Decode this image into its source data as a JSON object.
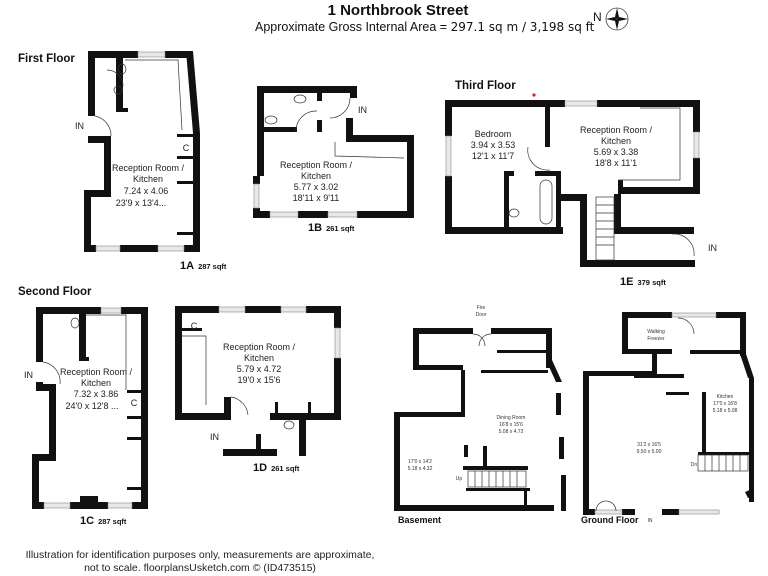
{
  "header": {
    "title": "1 Northbrook Street",
    "area_label": "Approximate Gross Internal Area = ",
    "area_value": "297.1 sq m / 3,198 sq ft",
    "compass_label": "N",
    "compass_icon": "compass-rose-icon"
  },
  "floors": {
    "first": "First Floor",
    "second": "Second Floor",
    "third": "Third Floor",
    "basement": "Basement",
    "ground": "Ground Floor"
  },
  "units": [
    {
      "id": "1A",
      "sqft": "287 sqft",
      "room": "Reception Room /",
      "room2": "Kitchen",
      "metric": "7.24 x 4.06",
      "imperial": "23'9 x 13'4...",
      "entry": "IN",
      "cupboard": "C"
    },
    {
      "id": "1B",
      "sqft": "261 sqft",
      "room": "Reception Room /",
      "room2": "Kitchen",
      "metric": "5.77 x 3.02",
      "imperial": "18'11 x 9'11",
      "entry": "IN"
    },
    {
      "id": "1E",
      "sqft": "379 sqft",
      "room": "Reception Room /",
      "room2": "Kitchen",
      "metric": "5.69 x 3.38",
      "imperial": "18'8 x 11'1",
      "bedroom": "Bedroom",
      "bed_metric": "3.94 x 3.53",
      "bed_imperial": "12'1 x 11'7",
      "entry": "IN"
    },
    {
      "id": "1C",
      "sqft": "287 sqft",
      "room": "Reception Room /",
      "room2": "Kitchen",
      "metric": "7.32 x 3.86",
      "imperial": "24'0 x 12'8 ...",
      "entry": "IN",
      "cupboard": "C"
    },
    {
      "id": "1D",
      "sqft": "261 sqft",
      "room": "Reception Room /",
      "room2": "Kitchen",
      "metric": "5.79 x 4.72",
      "imperial": "19'0 x 15'6",
      "entry": "IN",
      "cupboard": "C"
    }
  ],
  "basement": {
    "fire_door": "Fire",
    "fire_door2": "Door",
    "dining": "Dining Room",
    "dining_imperial": "16'8 x 15'6",
    "dining_metric": "5.08 x 4.72",
    "store_imperial": "17'0 x 14'2",
    "store_metric": "5.18 x 4.32",
    "up": "Up"
  },
  "ground": {
    "freezer": "Walking",
    "freezer2": "Freezer",
    "kitchen": "Kitchen",
    "kitchen_imperial": "17'0 x 16'8",
    "kitchen_metric": "5.18 x 5.08",
    "main_imperial": "31'2 x 16'5",
    "main_metric": "9.50 x 5.00",
    "dn": "Dn",
    "entry": "IN"
  },
  "footer": {
    "line1": "Illustration for identification purposes only, measurements are approximate,",
    "line2": "not to scale. floorplansUsketch.com © (ID473515)"
  }
}
